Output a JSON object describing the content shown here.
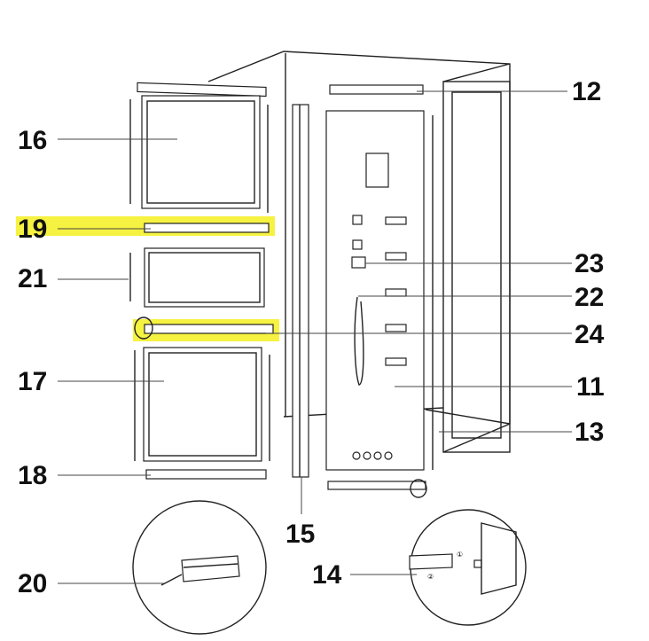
{
  "diagram": {
    "callouts": [
      {
        "id": "16",
        "text": "16"
      },
      {
        "id": "19",
        "text": "19"
      },
      {
        "id": "21",
        "text": "21"
      },
      {
        "id": "17",
        "text": "17"
      },
      {
        "id": "18",
        "text": "18"
      },
      {
        "id": "20",
        "text": "20"
      },
      {
        "id": "12",
        "text": "12"
      },
      {
        "id": "23",
        "text": "23"
      },
      {
        "id": "22",
        "text": "22"
      },
      {
        "id": "24",
        "text": "24"
      },
      {
        "id": "11",
        "text": "11"
      },
      {
        "id": "13",
        "text": "13"
      },
      {
        "id": "15",
        "text": "15"
      },
      {
        "id": "14",
        "text": "14"
      }
    ],
    "detail_markers": [
      "①",
      "②"
    ],
    "highlight_color": "#f4f020"
  }
}
